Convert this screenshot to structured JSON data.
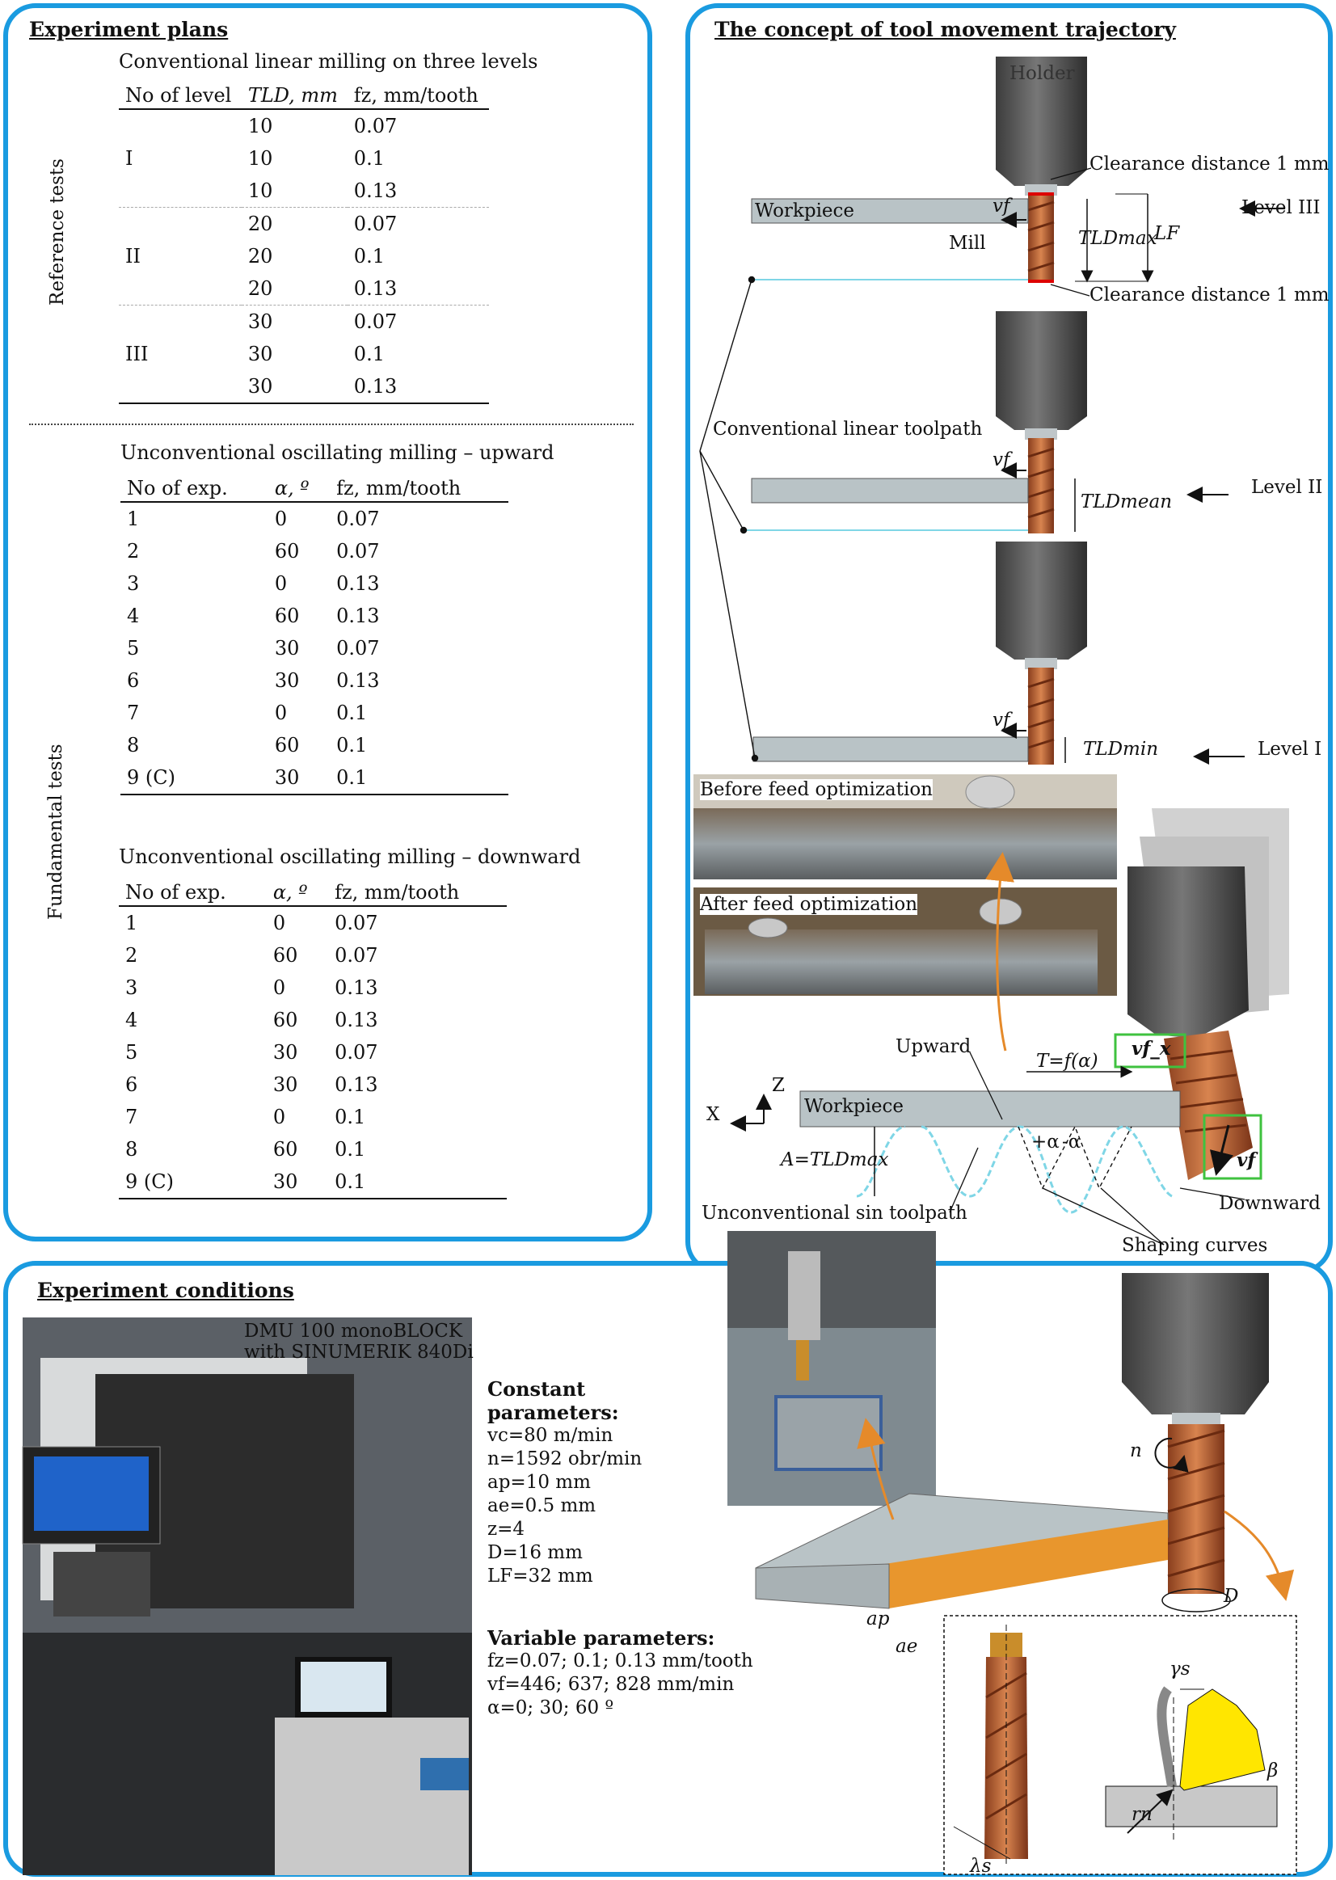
{
  "plans": {
    "heading": "Experiment plans",
    "reference_label": "Reference tests",
    "fundamental_label": "Fundamental tests",
    "table1": {
      "title": "Conventional linear milling on three levels",
      "headers": [
        "No of level",
        "TLD, mm",
        "fz, mm/tooth"
      ],
      "levels": [
        {
          "level": "I",
          "rows": [
            [
              "10",
              "0.07"
            ],
            [
              "10",
              "0.1"
            ],
            [
              "10",
              "0.13"
            ]
          ]
        },
        {
          "level": "II",
          "rows": [
            [
              "20",
              "0.07"
            ],
            [
              "20",
              "0.1"
            ],
            [
              "20",
              "0.13"
            ]
          ]
        },
        {
          "level": "III",
          "rows": [
            [
              "30",
              "0.07"
            ],
            [
              "30",
              "0.1"
            ],
            [
              "30",
              "0.13"
            ]
          ]
        }
      ]
    },
    "table2": {
      "title": "Unconventional oscillating milling – upward",
      "headers": [
        "No of exp.",
        "α, º",
        "fz, mm/tooth"
      ],
      "rows": [
        [
          "1",
          "0",
          "0.07"
        ],
        [
          "2",
          "60",
          "0.07"
        ],
        [
          "3",
          "0",
          "0.13"
        ],
        [
          "4",
          "60",
          "0.13"
        ],
        [
          "5",
          "30",
          "0.07"
        ],
        [
          "6",
          "30",
          "0.13"
        ],
        [
          "7",
          "0",
          "0.1"
        ],
        [
          "8",
          "60",
          "0.1"
        ],
        [
          "9 (C)",
          "30",
          "0.1"
        ]
      ]
    },
    "table3": {
      "title": "Unconventional oscillating milling – downward",
      "headers": [
        "No of exp.",
        "α, º",
        "fz, mm/tooth"
      ],
      "rows": [
        [
          "1",
          "0",
          "0.07"
        ],
        [
          "2",
          "60",
          "0.07"
        ],
        [
          "3",
          "0",
          "0.13"
        ],
        [
          "4",
          "60",
          "0.13"
        ],
        [
          "5",
          "30",
          "0.07"
        ],
        [
          "6",
          "30",
          "0.13"
        ],
        [
          "7",
          "0",
          "0.1"
        ],
        [
          "8",
          "60",
          "0.1"
        ],
        [
          "9 (C)",
          "30",
          "0.1"
        ]
      ]
    }
  },
  "concept": {
    "heading": "The concept of tool movement trajectory",
    "holder": "Holder",
    "clearance_top": "Clearance distance 1 mm",
    "clearance_bottom": "Clearance distance 1 mm",
    "workpiece": "Workpiece",
    "vf": "vf",
    "mill": "Mill",
    "tld_max": "TLDmax",
    "lf": "LF",
    "level3": "Level III",
    "level2": "Level II",
    "level1": "Level I",
    "tld_mean": "TLDmean",
    "tld_min": "TLDmin",
    "linear_toolpath": "Conventional linear toolpath",
    "before_opt": "Before feed optimization",
    "after_opt": "After feed optimization",
    "upward": "Upward",
    "period": "T=f(α)",
    "vfx": "vf_x",
    "axis_z": "Z",
    "axis_x": "X",
    "workpiece2": "Workpiece",
    "amplitude": "A=TLDmax",
    "plus_alpha": "+α",
    "minus_alpha": "-α",
    "vf2": "vf",
    "downward": "Downward",
    "sin_toolpath": "Unconventional sin toolpath",
    "shaping": "Shaping curves"
  },
  "conditions": {
    "heading": "Experiment conditions",
    "machine_line1": "DMU 100 monoBLOCK",
    "machine_line2": "with SINUMERIK 840Di",
    "constant_heading": "Constant parameters:",
    "constant": [
      "vc=80 m/min",
      "n=1592 obr/min",
      "ap=10 mm",
      "ae=0.5 mm",
      "z=4",
      "D=16 mm",
      "LF=32 mm"
    ],
    "variable_heading": "Variable parameters:",
    "variable": [
      "fz=0.07; 0.1; 0.13 mm/tooth",
      "vf=446; 637; 828 mm/min",
      "α=0; 30; 60 º"
    ],
    "n_label": "n",
    "d_label": "D",
    "ap_label": "ap",
    "ae_label": "ae",
    "gamma": "γs",
    "beta": "β",
    "rn": "rn",
    "lambda": "λs"
  },
  "colors": {
    "frame": "#1a9be0",
    "copper": "#c46a3a",
    "orange_arrow": "#e58a2a",
    "workpiece_gray": "#b9c3c6",
    "highlight_green": "#3fc23f",
    "yellow_chip": "#ffe600",
    "toolpath_cyan": "#7fd6e6"
  }
}
